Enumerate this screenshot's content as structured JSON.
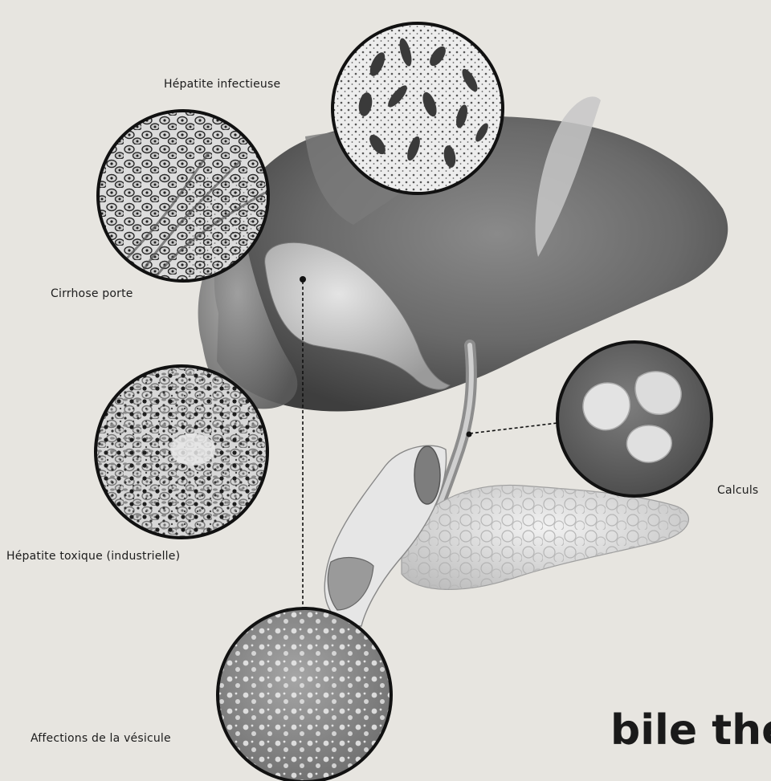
{
  "labels": {
    "hepatite_infectieuse": "Hépatite  infectieuse",
    "cirrhose_porte": "Cirrhose porte",
    "hepatite_toxique": "Hépatite toxique (industrielle)",
    "affections_vesicule": "Affections de la vésicule",
    "calculs": "Calculs"
  },
  "headline": "bile thé",
  "colors": {
    "background": "#e7e5e0",
    "organ_dark": "#5e5e5e",
    "organ_light": "#b5b5b5",
    "circle_border": "#111111"
  }
}
